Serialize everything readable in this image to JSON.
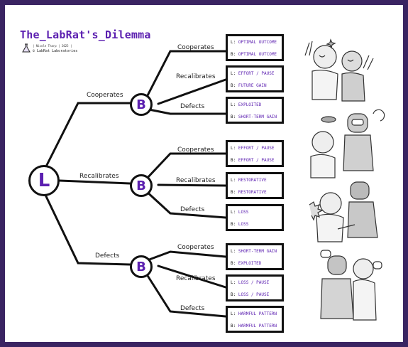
{
  "title": "The_LabRat's_Dilemma",
  "credit": "| Nicole Tharp | 2025 |",
  "company": "© LabRat Laboratories",
  "root_letter": "L",
  "branch_letter": "B",
  "prefix_l": "L:",
  "prefix_b": "B:",
  "level1_labels": [
    "Cooperates",
    "Recalibrates",
    "Defects"
  ],
  "branches": [
    {
      "edges": [
        "Cooperates",
        "Recalibrates",
        "Defects"
      ],
      "outcomes": [
        {
          "l": "OPTIMAL OUTCOME",
          "b": "OPTIMAL OUTCOME"
        },
        {
          "l": "EFFORT / PAUSE",
          "b": "FUTURE GAIN"
        },
        {
          "l": "EXPLOITED",
          "b": "SHORT-TERM GAIN"
        }
      ]
    },
    {
      "edges": [
        "Cooperates",
        "Recalibrates",
        "Defects"
      ],
      "outcomes": [
        {
          "l": "EFFORT / PAUSE",
          "b": "EFFORT / PAUSE"
        },
        {
          "l": "RESTORATIVE",
          "b": "RESTORATIVE"
        },
        {
          "l": "LOSS",
          "b": "LOSS"
        }
      ]
    },
    {
      "edges": [
        "Cooperates",
        "Recalibrates",
        "Defects"
      ],
      "outcomes": [
        {
          "l": "SHORT-TERM GAIN",
          "b": "EXPLOITED"
        },
        {
          "l": "LOSS / PAUSE",
          "b": "LOSS / PAUSE"
        },
        {
          "l": "HARMFUL PATTERN",
          "b": "HARMFUL PATTERN"
        }
      ]
    }
  ],
  "illustrations": [
    "celebrating-scientist-and-robot",
    "arguing-scientist-and-robot",
    "confrontation-scientist-and-robot",
    "turned-away-scientist-and-robot"
  ],
  "colors": {
    "accent": "#5b1fb0",
    "frame": "#3a2462",
    "ink": "#111111"
  }
}
